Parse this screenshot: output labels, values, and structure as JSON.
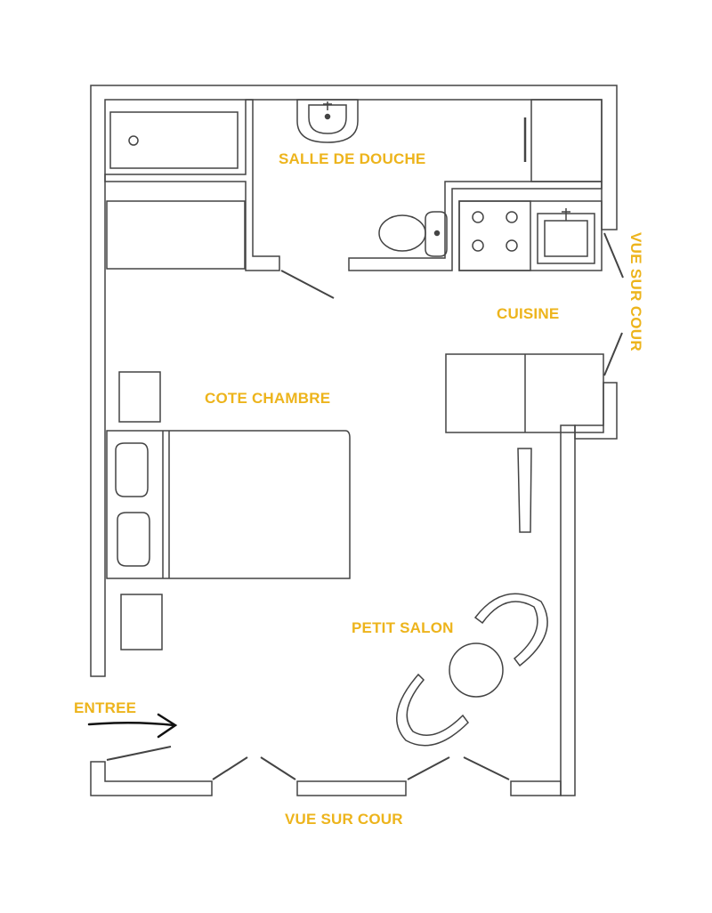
{
  "labels": {
    "salle": "SALLE DE DOUCHE",
    "cuisine": "CUISINE",
    "chambre": "COTE CHAMBRE",
    "salon": "PETIT SALON",
    "entree": "ENTREE",
    "vue_bottom": "VUE SUR COUR",
    "vue_right": "VUE SUR COUR"
  },
  "colors": {
    "label": "#EDB41C",
    "line": "#3a3a3a",
    "fill": "#ffffff"
  }
}
